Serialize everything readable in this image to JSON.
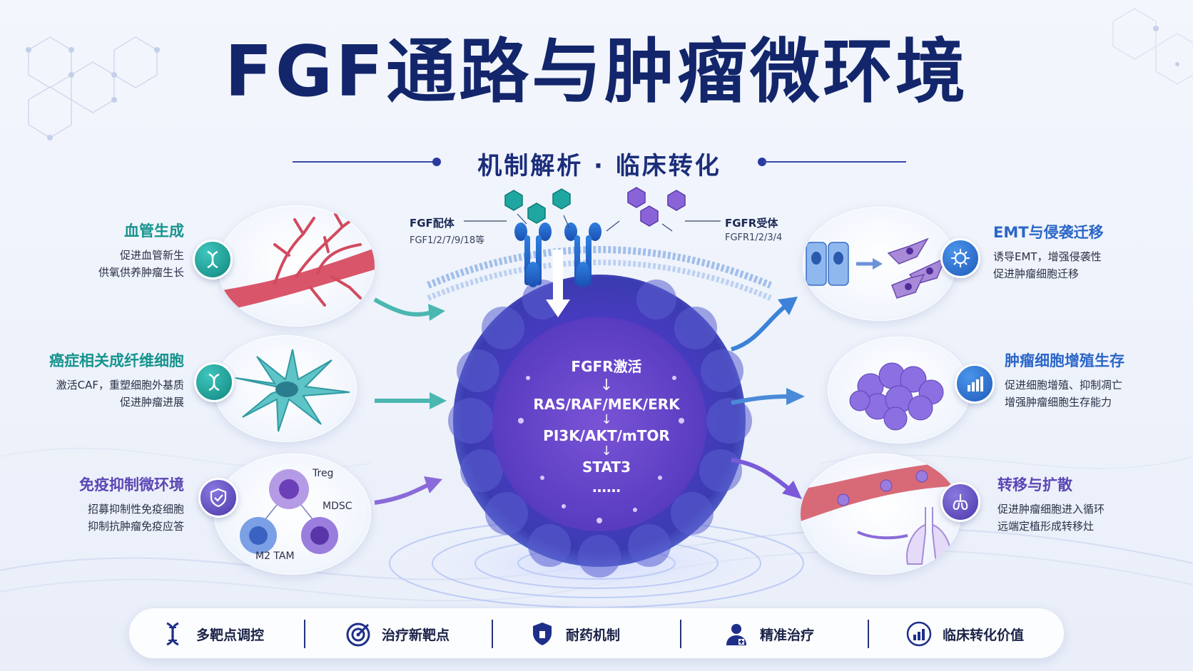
{
  "title": "FGF通路与肿瘤微环境",
  "subtitle": "机制解析 · 临床转化",
  "left_items": [
    {
      "title": "血管生成",
      "lines": [
        "促进血管新生",
        "供氧供养肿瘤生长"
      ],
      "icon": "dna-icon",
      "color": "#16948e"
    },
    {
      "title": "癌症相关成纤维细胞",
      "lines": [
        "激活CAF，重塑细胞外基质",
        "促进肿瘤进展"
      ],
      "icon": "dna-icon",
      "color": "#16948e"
    },
    {
      "title": "免疫抑制微环境",
      "lines": [
        "招募抑制性免疫细胞",
        "抑制抗肿瘤免疫应答"
      ],
      "icon": "shield-icon",
      "color": "#5a46b4"
    }
  ],
  "right_items": [
    {
      "title": "EMT与侵袭迁移",
      "lines": [
        "诱导EMT，增强侵袭性",
        "促进肿瘤细胞迁移"
      ],
      "icon": "virus-icon",
      "color": "#2b66c8"
    },
    {
      "title": "肿瘤细胞增殖生存",
      "lines": [
        "促进细胞增殖、抑制凋亡",
        "增强肿瘤细胞生存能力"
      ],
      "icon": "bar-chart-icon",
      "color": "#2b66c8"
    },
    {
      "title": "转移与扩散",
      "lines": [
        "促进肿瘤细胞进入循环",
        "远端定植形成转移灶"
      ],
      "icon": "lungs-icon",
      "color": "#5a46b4"
    }
  ],
  "ligand": {
    "title": "FGF配体",
    "sub": "FGF1/2/7/9/18等"
  },
  "receptor": {
    "title": "FGFR受体",
    "sub": "FGFR1/2/3/4"
  },
  "pathway": {
    "head": "FGFR激活",
    "steps": [
      "RAS/RAF/MEK/ERK",
      "PI3K/AKT/mTOR",
      "STAT3",
      "……"
    ]
  },
  "immune_cells": {
    "treg": "Treg",
    "mdsc": "MDSC",
    "tam": "M2 TAM"
  },
  "bottom_items": [
    {
      "label": "多靶点调控",
      "icon": "dna-icon"
    },
    {
      "label": "治疗新靶点",
      "icon": "target-icon"
    },
    {
      "label": "耐药机制",
      "icon": "shield-icon"
    },
    {
      "label": "精准治疗",
      "icon": "doctor-icon"
    },
    {
      "label": "临床转化价值",
      "icon": "bar-chart-icon"
    }
  ],
  "colors": {
    "title": "#13266b",
    "teal": "#16948e",
    "purple": "#5a46b4",
    "blue": "#2b66c8",
    "cell": "#5b4fd0"
  }
}
